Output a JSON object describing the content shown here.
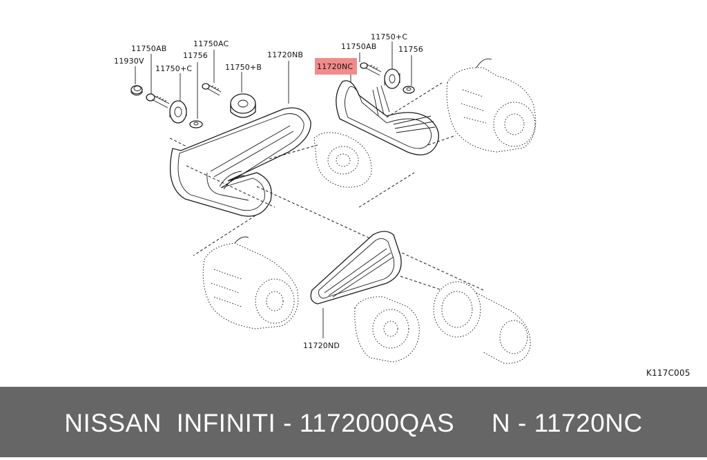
{
  "diagram": {
    "callouts": {
      "p11930V": "11930V",
      "p11750AB_left": "11750AB",
      "p11756_left": "11756",
      "p11750C_left": "11750+C",
      "p11750AC": "11750AC",
      "p11750B": "11750+B",
      "p11720NB": "11720NB",
      "p11720NC": "11720NC",
      "p11750AB_right": "11750AB",
      "p11750C_right": "11750+C",
      "p11756_right": "11756",
      "p11720ND": "11720ND"
    },
    "figure_code": "K117C005",
    "highlight_color": "#f28b8b"
  },
  "caption": {
    "text": "NISSAN  INFINITI - 1172000QAS     N - 11720NC",
    "background": "#666666",
    "color": "#ffffff"
  }
}
